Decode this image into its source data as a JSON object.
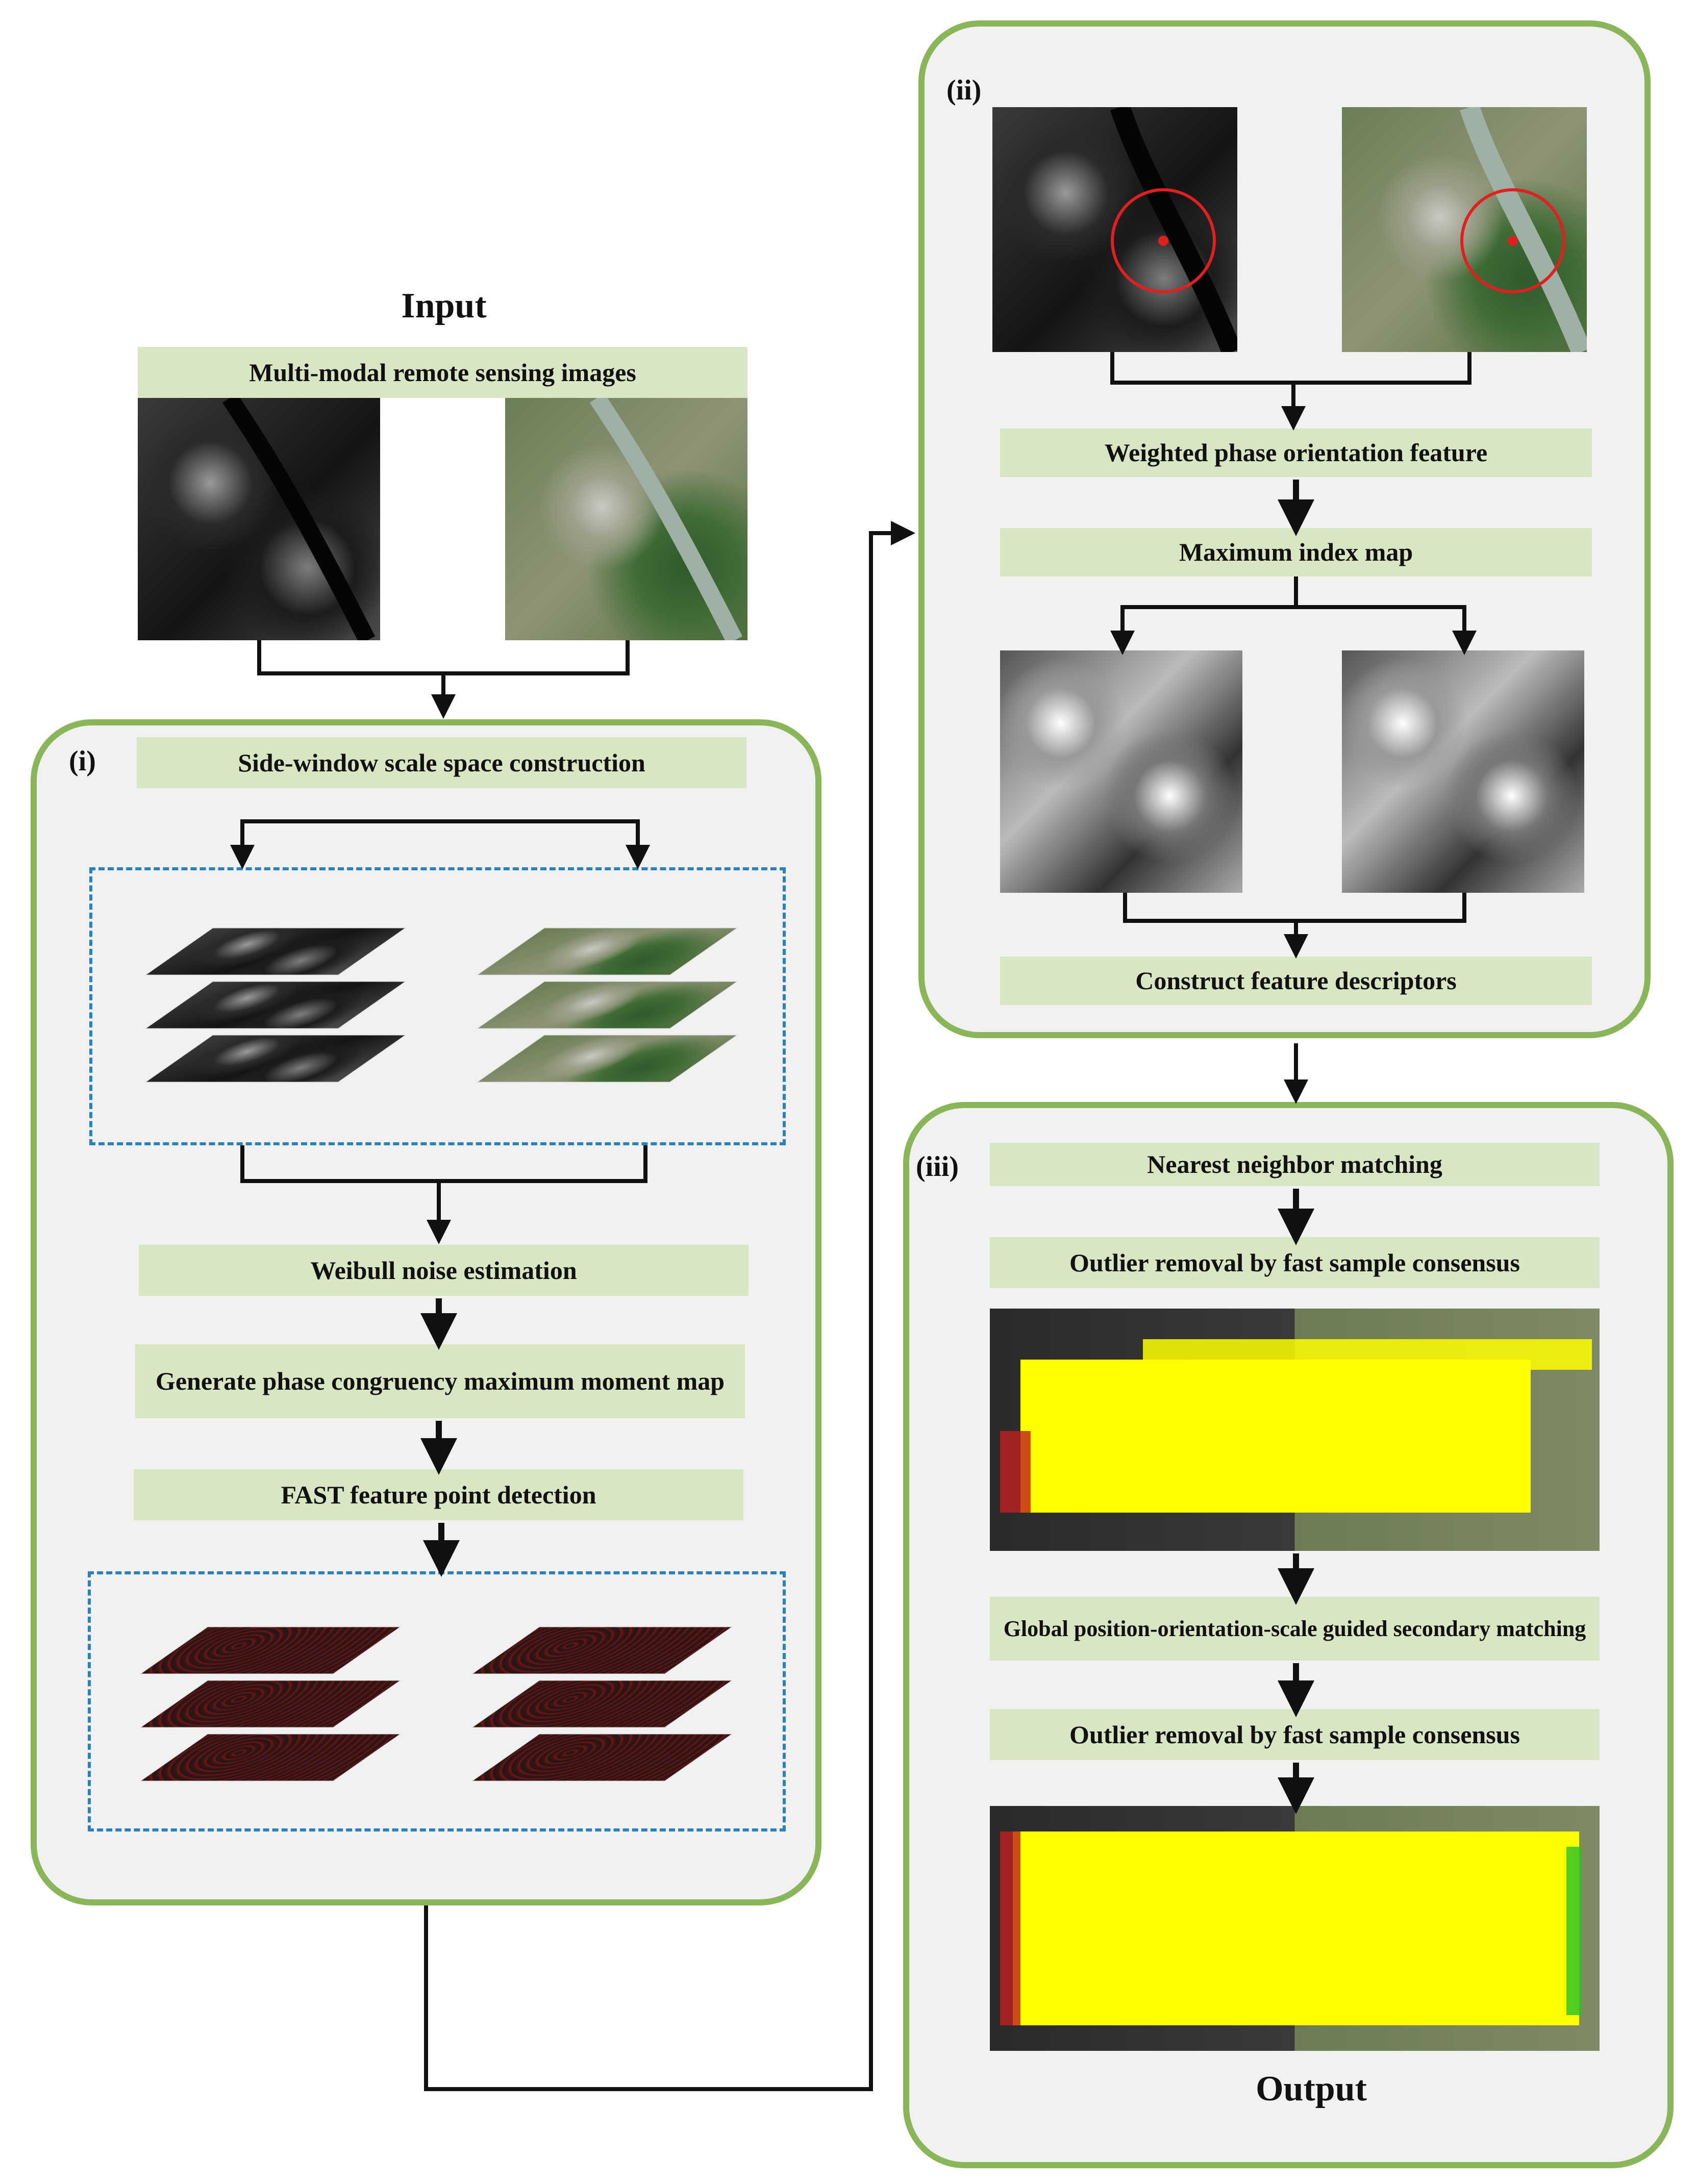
{
  "input": {
    "heading": "Input",
    "label": "Multi-modal remote sensing images"
  },
  "stage_i": {
    "tag": "(i)",
    "steps": [
      "Side-window scale space construction",
      "Weibull noise estimation",
      "Generate phase congruency maximum moment map",
      "FAST feature point detection"
    ]
  },
  "stage_ii": {
    "tag": "(ii)",
    "steps": [
      "Weighted phase orientation feature",
      "Maximum index map",
      "Construct feature descriptors"
    ]
  },
  "stage_iii": {
    "tag": "(iii)",
    "steps": [
      "Nearest neighbor matching",
      "Outlier removal by fast sample consensus",
      "Global position-orientation-scale guided secondary matching",
      "Outlier removal by fast sample consensus"
    ]
  },
  "output": {
    "heading": "Output"
  },
  "colors": {
    "panel_border": "#8bb559",
    "panel_fill": "#f1f1f1",
    "label_fill": "#d8e6c3",
    "dashed_box": "#2a82b8",
    "match_lines": "#ffff00",
    "keypoint_circle": "#e02020"
  }
}
